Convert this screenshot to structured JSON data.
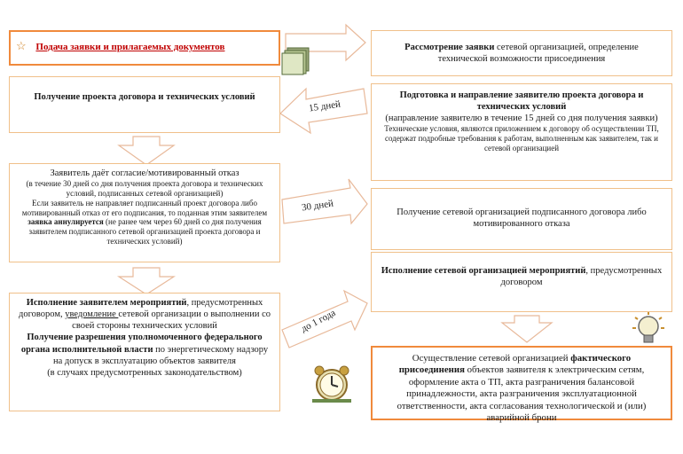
{
  "step1": {
    "icon": "star-icon",
    "title": "Подача заявки  и прилагаемых документов"
  },
  "step_consider": {
    "title": "Рассмотрение заявки",
    "text": " сетевой организацией, определение технической возможности присоединения"
  },
  "step_prepare": {
    "title": "Подготовка  и направление заявителю проекта договора и технических условий",
    "sub": "(направление заявителю в течение 15 дней  со дня получения заявки)",
    "note": "Технические условия, являются приложением к договору об осуществлении ТП, содержат подробные требования к работам, выполненным как заявителем, так и сетевой организацией"
  },
  "step_receive": {
    "title": "Получение проекта договора и технических условий"
  },
  "label_15": "15 дней",
  "step_consent": {
    "title": "Заявитель даёт согласие/мотивированный отказ",
    "sub": "(в течение 30 дней  со дня получения проекта договора и технических условий, подписанных сетевой организацией)",
    "note_a": "Если заявитель не направляет подписанный проект договора либо мотивированный отказ от его подписания, то поданная этим заявителем ",
    "note_b": "заявка аннулируется",
    "note_c": " (не ранее чем через 60 дней со дня получения заявителем подписанного сетевой организацией проекта договора и технических условий)"
  },
  "label_30": "30 дней",
  "step_receive_signed": {
    "text": "Получение сетевой организацией подписанного договора либо мотивированного отказа"
  },
  "step_exec_net": {
    "title": "Исполнение сетевой организацией мероприятий",
    "text": ", предусмотренных договором"
  },
  "step_exec_app": {
    "title": "Исполнение заявителем мероприятий",
    "text_a": ", предусмотренных договором, ",
    "notify": "уведомление ",
    "text_b": "сетевой организации о выполнении со своей стороны технических условий",
    "title2": "Получение разрешения уполномоченного федерального органа исполнительной власти",
    "text_c": " по энергетическому надзору на допуск в эксплуатацию объектов заявителя",
    "text_d": "(в случаях предусмотренных законодательством)"
  },
  "label_year": "до 1 года",
  "step_final": {
    "text_a": "Осуществление сетевой организацией ",
    "bold": "фактического присоединения",
    "text_b": " объектов заявителя к электрическим сетям, оформление акта о ТП, акта разграничения балансовой принадлежности, акта разграничения эксплуатационной ответственности, акта согласования технологической и (или) аварийной брони"
  },
  "icons": [
    "documents-icon",
    "alarm-clock-icon",
    "lightbulb-icon"
  ],
  "colors": {
    "border": "#f0c08a",
    "border_strong": "#f08a3c",
    "title_red": "#c00000"
  }
}
